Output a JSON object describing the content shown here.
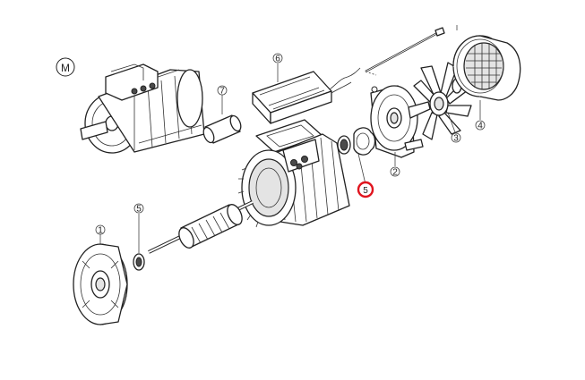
{
  "badge": "M",
  "callouts": {
    "end_shield_front": "1",
    "end_shield_rear": "2",
    "fan": "3",
    "fan_cover": "4",
    "bearing_front": "5",
    "bearing_rear": "5",
    "terminal_box": "6",
    "capacitor": "7"
  },
  "highlight": {
    "part": "bearing_rear",
    "color": "#e0141e"
  }
}
